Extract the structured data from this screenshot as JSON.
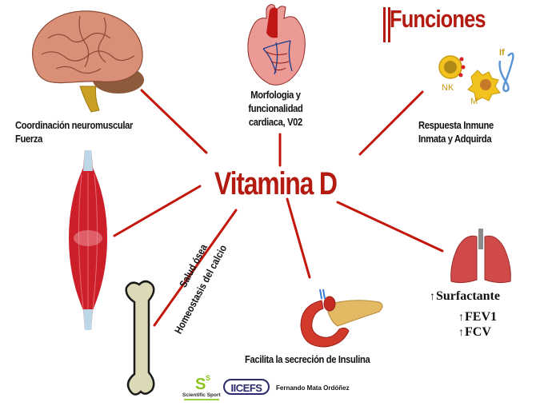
{
  "title": "Funciones",
  "center_node": "Vitamina D",
  "colors": {
    "accent_red": "#b31b10",
    "connector_red": "#c4170c",
    "label_text": "#111111",
    "logo_green": "#8cc21d",
    "logo_navy": "#2b2b6b"
  },
  "nodes": {
    "brain": {
      "icon": "brain-icon",
      "lines": [
        "Coordinación neuromuscular",
        "Fuerza"
      ]
    },
    "heart": {
      "icon": "heart-icon",
      "lines": [
        "Morfologia y",
        "funcionalidad",
        "cardiaca, V02"
      ]
    },
    "immune": {
      "icon": "immune-cells-icon",
      "cell_labels": [
        "NK",
        "M",
        "If"
      ],
      "lines": [
        "Respuesta Inmune",
        "Inmata y Adquirda"
      ]
    },
    "muscle": {
      "icon": "muscle-icon"
    },
    "bone": {
      "icon": "bone-icon",
      "lines": [
        "Salud ósea",
        "Homeostasis del calcio"
      ]
    },
    "pancreas": {
      "icon": "pancreas-icon",
      "lines": [
        "Facilita la secreción de Insulina"
      ]
    },
    "lungs": {
      "icon": "lungs-icon",
      "arrow_glyph": "↑",
      "lines": [
        "Surfactante",
        "FEV1",
        "FCV"
      ]
    }
  },
  "footer": {
    "logo1_mark": "S",
    "logo1_sup": "S",
    "logo1_text": "Scientific Sport",
    "logo2_text": "IICEFS",
    "author": "Fernando Mata Ordóñez"
  }
}
